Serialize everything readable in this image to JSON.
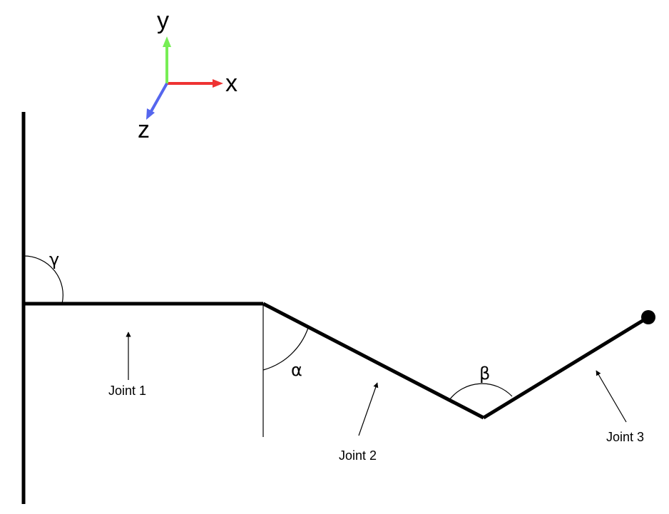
{
  "axes": {
    "x_label": "x",
    "y_label": "y",
    "z_label": "z",
    "colors": {
      "x": "#ee3333",
      "y": "#77ee55",
      "z": "#5566ee"
    }
  },
  "angles": {
    "gamma": "γ",
    "alpha": "α",
    "beta": "β"
  },
  "labels": {
    "joint1": "Joint 1",
    "joint2": "Joint 2",
    "joint3": "Joint 3"
  }
}
